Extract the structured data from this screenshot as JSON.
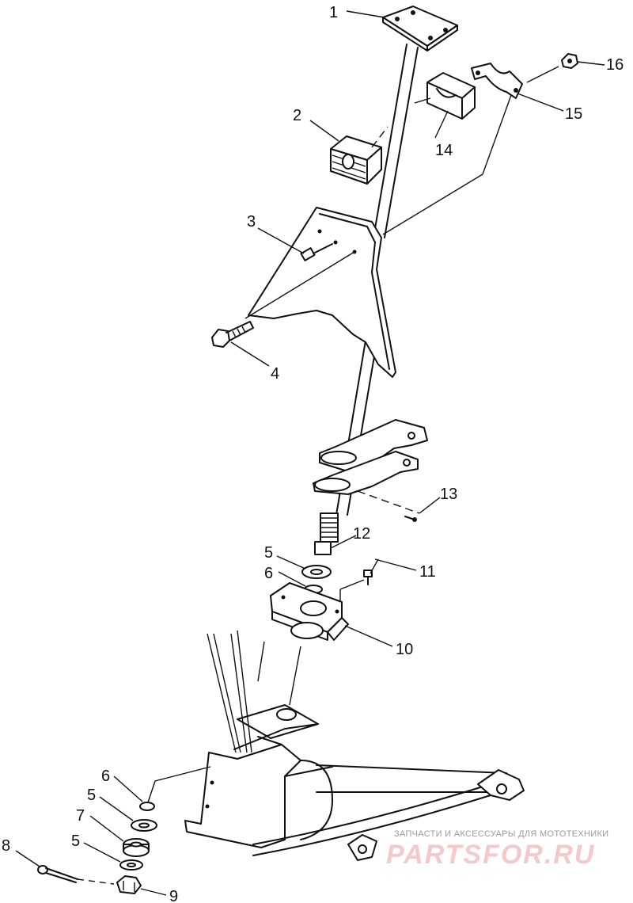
{
  "callouts": {
    "c1": "1",
    "c2": "2",
    "c3": "3",
    "c4": "4",
    "c5a": "5",
    "c5b": "5",
    "c5c": "5",
    "c6a": "6",
    "c6b": "6",
    "c7": "7",
    "c8": "8",
    "c9": "9",
    "c10": "10",
    "c11": "11",
    "c12": "12",
    "c13": "13",
    "c14": "14",
    "c15": "15",
    "c16": "16"
  },
  "watermark": {
    "tagline": "ЗАПЧАСТИ И АКСЕССУАРЫ ДЛЯ МОТОТЕХНИКИ",
    "brand": "PARTSFOR.RU"
  },
  "colors": {
    "line": "#111111",
    "background": "#ffffff",
    "watermark_brand": "#f4c9c9",
    "watermark_tagline": "#9a9a9a"
  }
}
